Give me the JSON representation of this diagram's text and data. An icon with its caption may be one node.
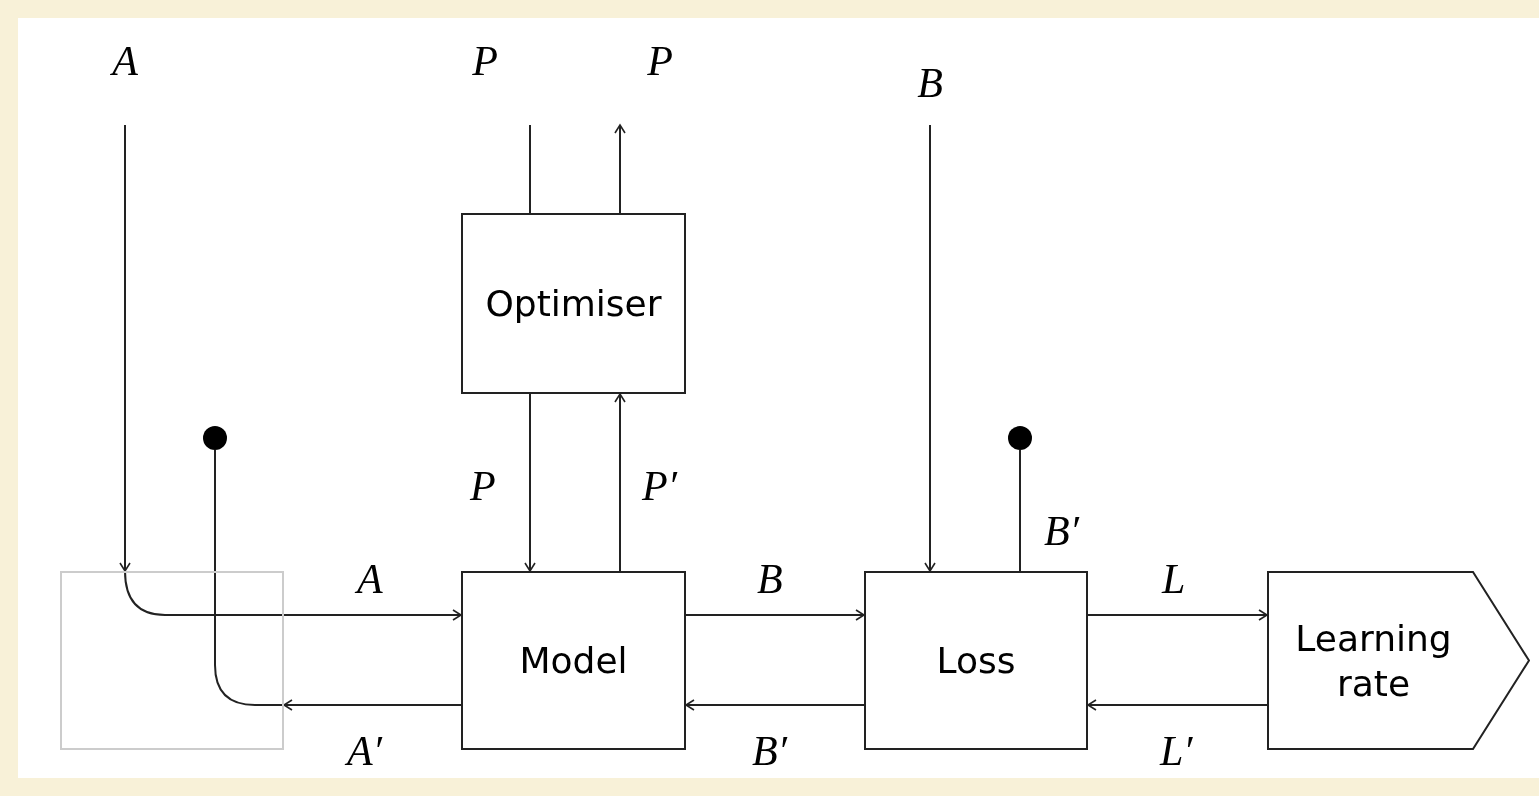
{
  "diagram": {
    "nodes": [
      {
        "text": [
          "A"
        ]
      },
      {
        "text": [
          "P"
        ]
      },
      {
        "text": [
          "P"
        ]
      },
      {
        "text": [
          "B"
        ]
      },
      {
        "text": [
          "Optimiser"
        ]
      },
      {
        "text": [],
        "shape": "circle"
      },
      {
        "text": [],
        "shape": "circle"
      },
      {
        "text": [],
        "shape": "box"
      },
      {
        "text": [
          "Model"
        ]
      },
      {
        "text": [
          "Loss"
        ]
      },
      {
        "text": [
          "Learning rate"
        ]
      }
    ],
    "edges": [
      {
        "from": 1,
        "to": 4,
        "arrow": "none"
      },
      {
        "from": 4,
        "to": 2,
        "arrow": "to"
      },
      {
        "from": 4,
        "to": 8,
        "arrow": "to",
        "label": "P"
      },
      {
        "from": 8,
        "to": 4,
        "arrow": "to",
        "label": "P′"
      },
      {
        "from": 0,
        "to": 7,
        "arrow": "to"
      },
      {
        "from": 7,
        "to": 8,
        "arrow": "to",
        "label": "A"
      },
      {
        "from": 8,
        "to": 7,
        "arrow": "to",
        "label": "A′"
      },
      {
        "from": 7,
        "to": 5,
        "arrow": "none"
      },
      {
        "from": 3,
        "to": 9,
        "arrow": "to"
      },
      {
        "from": 9,
        "to": 6,
        "arrow": "none",
        "label": "B′"
      },
      {
        "from": 8,
        "to": 9,
        "arrow": "to",
        "label": "B"
      },
      {
        "from": 9,
        "to": 8,
        "arrow": "to",
        "label": "B′"
      },
      {
        "from": 9,
        "to": 10,
        "arrow": "to",
        "label": "L"
      },
      {
        "from": 10,
        "to": 9,
        "arrow": "to",
        "label": "L′"
      }
    ]
  }
}
